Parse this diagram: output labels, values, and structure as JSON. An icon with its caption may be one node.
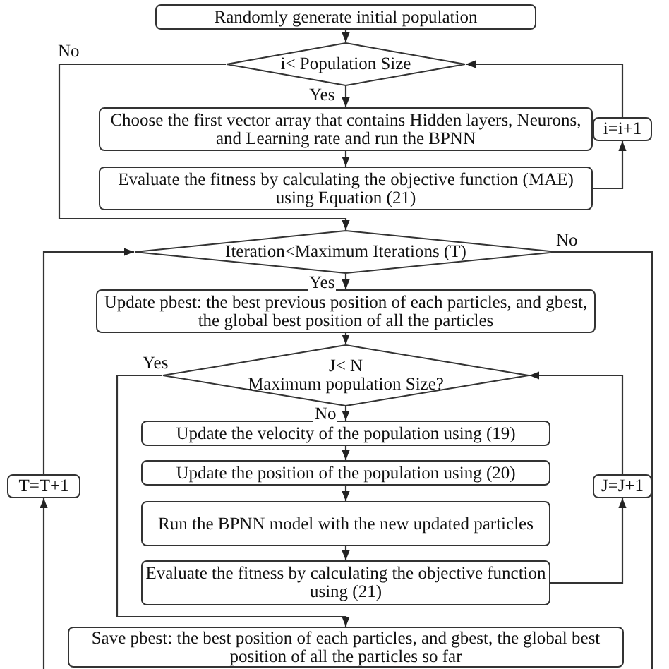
{
  "diagram": {
    "nodes": [
      {
        "text": [
          "Randomly generate initial population"
        ]
      },
      {
        "text": [
          "i< Population Size"
        ]
      },
      {
        "text": [
          "Choose the first vector array that contains Hidden layers, Neurons, and Learning rate and run the BPNN"
        ]
      },
      {
        "text": [
          "Evaluate the fitness by calculating the objective function (MAE) using Equation (21)"
        ]
      },
      {
        "text": [
          "i=i+1"
        ]
      },
      {
        "text": [
          "Iteration<Maximum Iterations (T)"
        ]
      },
      {
        "text": [
          "Update pbest: the best previous position of each particles, and gbest, the global best position of all the particles"
        ]
      },
      {
        "text": [
          "J< N",
          "Maximum population Size?"
        ]
      },
      {
        "text": [
          "Update the velocity of the population using (19)"
        ]
      },
      {
        "text": [
          "Update the position of the population using (20)"
        ]
      },
      {
        "text": [
          "Run the BPNN model with the new updated particles"
        ]
      },
      {
        "text": [
          "Evaluate the fitness by calculating the objective function using (21)"
        ]
      },
      {
        "text": [
          "J=J+1"
        ]
      },
      {
        "text": [
          "T=T+1"
        ]
      },
      {
        "text": [
          "Save pbest: the best position of each particles, and gbest, the global best position of all the particles so far"
        ]
      }
    ],
    "edges": [
      {
        "from": 0,
        "to": 1,
        "arrow": "to"
      },
      {
        "from": 1,
        "to": 2,
        "arrow": "to",
        "label": "Yes"
      },
      {
        "from": 2,
        "to": 3,
        "arrow": "to"
      },
      {
        "from": 3,
        "to": 4,
        "arrow": "to"
      },
      {
        "from": 4,
        "to": 1,
        "arrow": "to"
      },
      {
        "from": 1,
        "to": 5,
        "arrow": "to",
        "label": "No"
      },
      {
        "from": 5,
        "to": 6,
        "arrow": "to",
        "label": "Yes"
      },
      {
        "from": 6,
        "to": 7,
        "arrow": "to"
      },
      {
        "from": 7,
        "to": 8,
        "arrow": "to",
        "label": "No"
      },
      {
        "from": 8,
        "to": 9,
        "arrow": "to"
      },
      {
        "from": 9,
        "to": 10,
        "arrow": "to"
      },
      {
        "from": 10,
        "to": 11,
        "arrow": "to"
      },
      {
        "from": 11,
        "to": 12,
        "arrow": "to"
      },
      {
        "from": 12,
        "to": 7,
        "arrow": "to"
      },
      {
        "from": 7,
        "to": 14,
        "arrow": "to",
        "label": "Yes"
      },
      {
        "from": 5,
        "to": null,
        "arrow": "none",
        "label": "No"
      },
      {
        "from": null,
        "to": 13,
        "arrow": "to"
      },
      {
        "from": 13,
        "to": 5,
        "arrow": "to"
      }
    ]
  }
}
